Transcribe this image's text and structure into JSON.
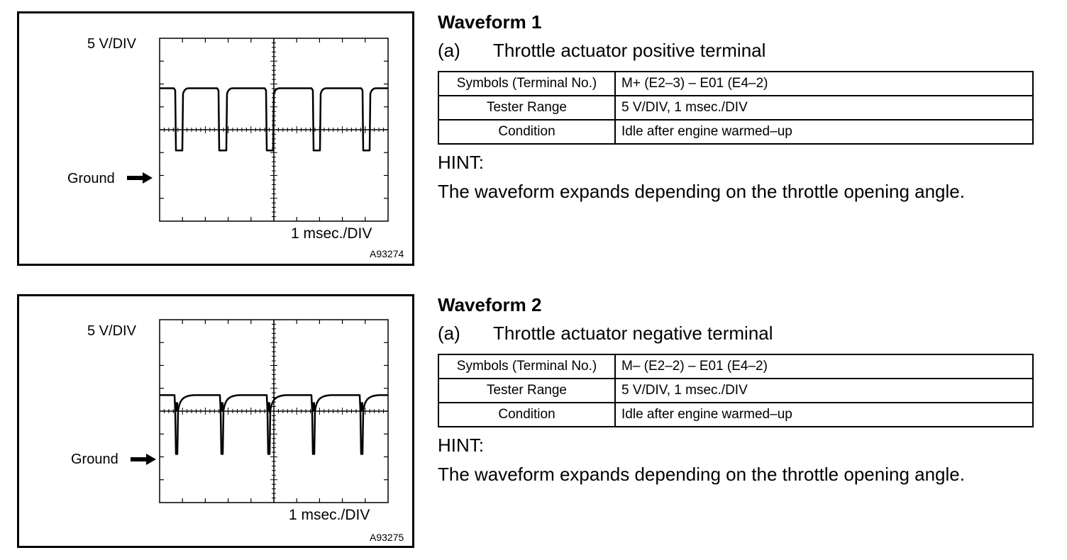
{
  "waveforms": [
    {
      "title": "Waveform 1",
      "sub_letter": "(a)",
      "sub_text": "Throttle actuator positive terminal",
      "figure": {
        "v_label": "5 V/DIV",
        "ground_label": "Ground",
        "t_label": "1 msec./DIV",
        "code": "A93274"
      },
      "table": [
        {
          "key": "Symbols (Terminal No.)",
          "value": "M+ (E2–3) – E01 (E4–2)"
        },
        {
          "key": "Tester Range",
          "value": "5 V/DIV, 1 msec./DIV"
        },
        {
          "key": "Condition",
          "value": "Idle after engine warmed–up"
        }
      ],
      "hint": "HINT:",
      "hint_text": "The waveform expands depending on the throttle opening angle."
    },
    {
      "title": "Waveform 2",
      "sub_letter": "(a)",
      "sub_text": "Throttle actuator negative terminal",
      "figure": {
        "v_label": "5 V/DIV",
        "ground_label": "Ground",
        "t_label": "1 msec./DIV",
        "code": "A93275"
      },
      "table": [
        {
          "key": "Symbols (Terminal No.)",
          "value": "M– (E2–2) – E01 (E4–2)"
        },
        {
          "key": "Tester Range",
          "value": "5 V/DIV, 1 msec./DIV"
        },
        {
          "key": "Condition",
          "value": "Idle after engine warmed–up"
        }
      ],
      "hint": "HINT:",
      "hint_text": "The waveform expands depending on the throttle opening angle."
    }
  ]
}
